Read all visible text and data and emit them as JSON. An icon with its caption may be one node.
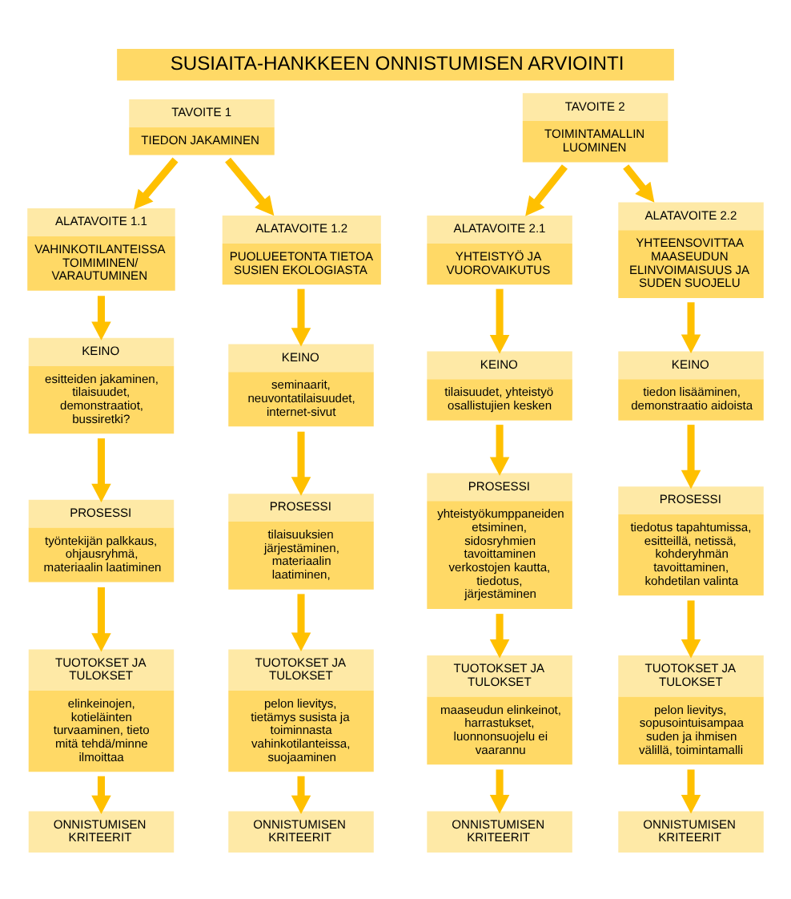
{
  "diagram": {
    "title": "SUSIAITA-HANKKEEN ONNISTUMISEN ARVIOINTI",
    "nodes": [
      {
        "text": [
          "TAVOITE 1",
          "TIEDON JAKAMINEN"
        ]
      },
      {
        "text": [
          "TAVOITE 2",
          "TOIMINTAMALLIN LUOMINEN"
        ]
      },
      {
        "text": [
          "ALATAVOITE 1.1",
          "VAHINKOTILANTEISSA TOIMIMINEN/ VARAUTUMINEN"
        ]
      },
      {
        "text": [
          "ALATAVOITE 1.2",
          "PUOLUEETONTA TIETOA SUSIEN EKOLOGIASTA"
        ]
      },
      {
        "text": [
          "ALATAVOITE 2.1",
          "YHTEISTYÖ JA VUOROVAIKUTUS"
        ]
      },
      {
        "text": [
          "ALATAVOITE 2.2",
          "YHTEENSOVITTAA MAASEUDUN ELINVOIMAISUUS JA SUDEN SUOJELU"
        ]
      },
      {
        "text": [
          "KEINO",
          "esitteiden jakaminen, tilaisuudet, demonstraatiot, bussiretki?"
        ]
      },
      {
        "text": [
          "KEINO",
          "seminaarit, neuvontatilaisuudet, internet-sivut"
        ]
      },
      {
        "text": [
          "KEINO",
          "tilaisuudet, yhteistyö osallistujien kesken"
        ]
      },
      {
        "text": [
          "KEINO",
          "tiedon lisääminen, demonstraatio aidoista"
        ]
      },
      {
        "text": [
          "PROSESSI",
          "työntekijän palkkaus, ohjausryhmä, materiaalin laatiminen"
        ]
      },
      {
        "text": [
          "PROSESSI",
          "tilaisuuksien järjestäminen, materiaalin laatiminen,"
        ]
      },
      {
        "text": [
          "PROSESSI",
          "yhteistyökumppaneiden etsiminen, sidosryhmien tavoittaminen verkostojen kautta, tiedotus, järjestäminen"
        ]
      },
      {
        "text": [
          "PROSESSI",
          "tiedotus tapahtumissa, esitteillä, netissä, kohderyhmän tavoittaminen, kohdetilan valinta"
        ]
      },
      {
        "text": [
          "TUOTOKSET JA TULOKSET",
          "elinkeinojen, kotieläinten turvaaminen, tieto mitä tehdä/minne ilmoittaa"
        ]
      },
      {
        "text": [
          "TUOTOKSET JA TULOKSET",
          "pelon lievitys, tietämys susista ja toiminnasta vahinkotilanteissa, suojaaminen"
        ]
      },
      {
        "text": [
          "TUOTOKSET JA TULOKSET",
          "maaseudun elinkeinot, harrastukset, luonnonsuojelu ei vaarannu"
        ]
      },
      {
        "text": [
          "TUOTOKSET JA TULOKSET",
          "pelon lievitys, sopusointuisampaa suden ja ihmisen välillä, toimintamalli"
        ]
      },
      {
        "text": [
          "ONNISTUMISEN KRITEERIT"
        ]
      },
      {
        "text": [
          "ONNISTUMISEN KRITEERIT"
        ]
      },
      {
        "text": [
          "ONNISTUMISEN KRITEERIT"
        ]
      },
      {
        "text": [
          "ONNISTUMISEN KRITEERIT"
        ]
      }
    ],
    "edges": [
      {
        "from": 0,
        "to": 2,
        "arrow": "to"
      },
      {
        "from": 0,
        "to": 3,
        "arrow": "to"
      },
      {
        "from": 1,
        "to": 4,
        "arrow": "to"
      },
      {
        "from": 1,
        "to": 5,
        "arrow": "to"
      },
      {
        "from": 2,
        "to": 6,
        "arrow": "to"
      },
      {
        "from": 3,
        "to": 7,
        "arrow": "to"
      },
      {
        "from": 4,
        "to": 8,
        "arrow": "to"
      },
      {
        "from": 5,
        "to": 9,
        "arrow": "to"
      },
      {
        "from": 6,
        "to": 10,
        "arrow": "to"
      },
      {
        "from": 7,
        "to": 11,
        "arrow": "to"
      },
      {
        "from": 8,
        "to": 12,
        "arrow": "to"
      },
      {
        "from": 9,
        "to": 13,
        "arrow": "to"
      },
      {
        "from": 10,
        "to": 14,
        "arrow": "to"
      },
      {
        "from": 11,
        "to": 15,
        "arrow": "to"
      },
      {
        "from": 12,
        "to": 16,
        "arrow": "to"
      },
      {
        "from": 13,
        "to": 17,
        "arrow": "to"
      },
      {
        "from": 14,
        "to": 18,
        "arrow": "to"
      },
      {
        "from": 15,
        "to": 19,
        "arrow": "to"
      },
      {
        "from": 16,
        "to": 20,
        "arrow": "to"
      },
      {
        "from": 17,
        "to": 21,
        "arrow": "to"
      }
    ]
  }
}
